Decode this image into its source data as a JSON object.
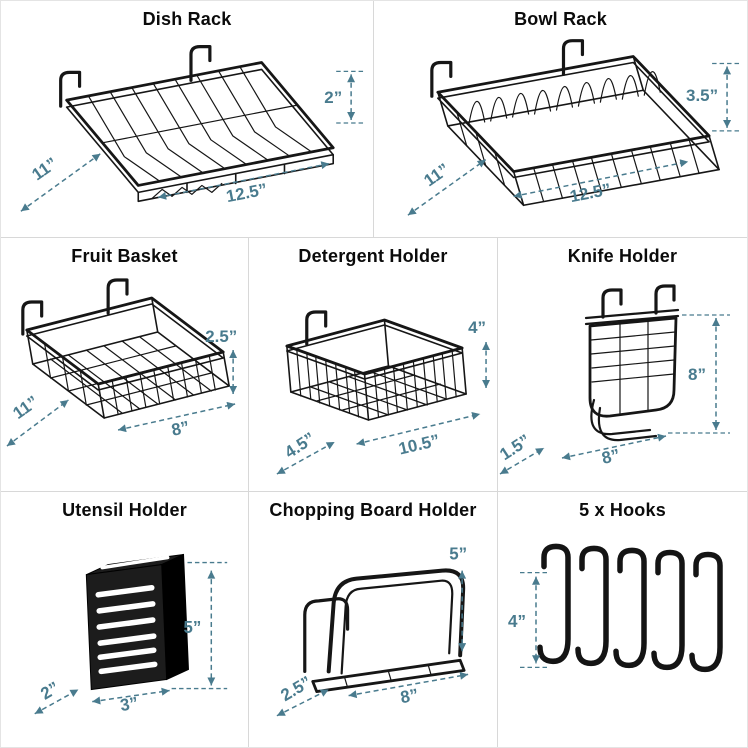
{
  "colors": {
    "accent": "#497b8e",
    "ink": "#161616",
    "panel_border": "#d8d8d8"
  },
  "panels": {
    "dish_rack": {
      "title": "Dish Rack",
      "height": "2”",
      "depth": "11”",
      "width": "12.5”"
    },
    "bowl_rack": {
      "title": "Bowl Rack",
      "height": "3.5”",
      "depth": "11”",
      "width": "12.5”"
    },
    "fruit_basket": {
      "title": "Fruit Basket",
      "height": "2.5”",
      "depth": "11”",
      "width": "8”"
    },
    "detergent_holder": {
      "title": "Detergent Holder",
      "height": "4”",
      "depth": "4.5”",
      "width": "10.5”"
    },
    "knife_holder": {
      "title": "Knife Holder",
      "height": "8”",
      "depth": "1.5”",
      "width": "8”"
    },
    "utensil_holder": {
      "title": "Utensil Holder",
      "height": "5”",
      "depth": "2”",
      "width": "3”"
    },
    "chopping_board_holder": {
      "title": "Chopping Board Holder",
      "height": "5”",
      "depth": "2.5”",
      "width": "8”"
    },
    "hooks": {
      "title": "5 x Hooks",
      "height": "4”"
    }
  }
}
